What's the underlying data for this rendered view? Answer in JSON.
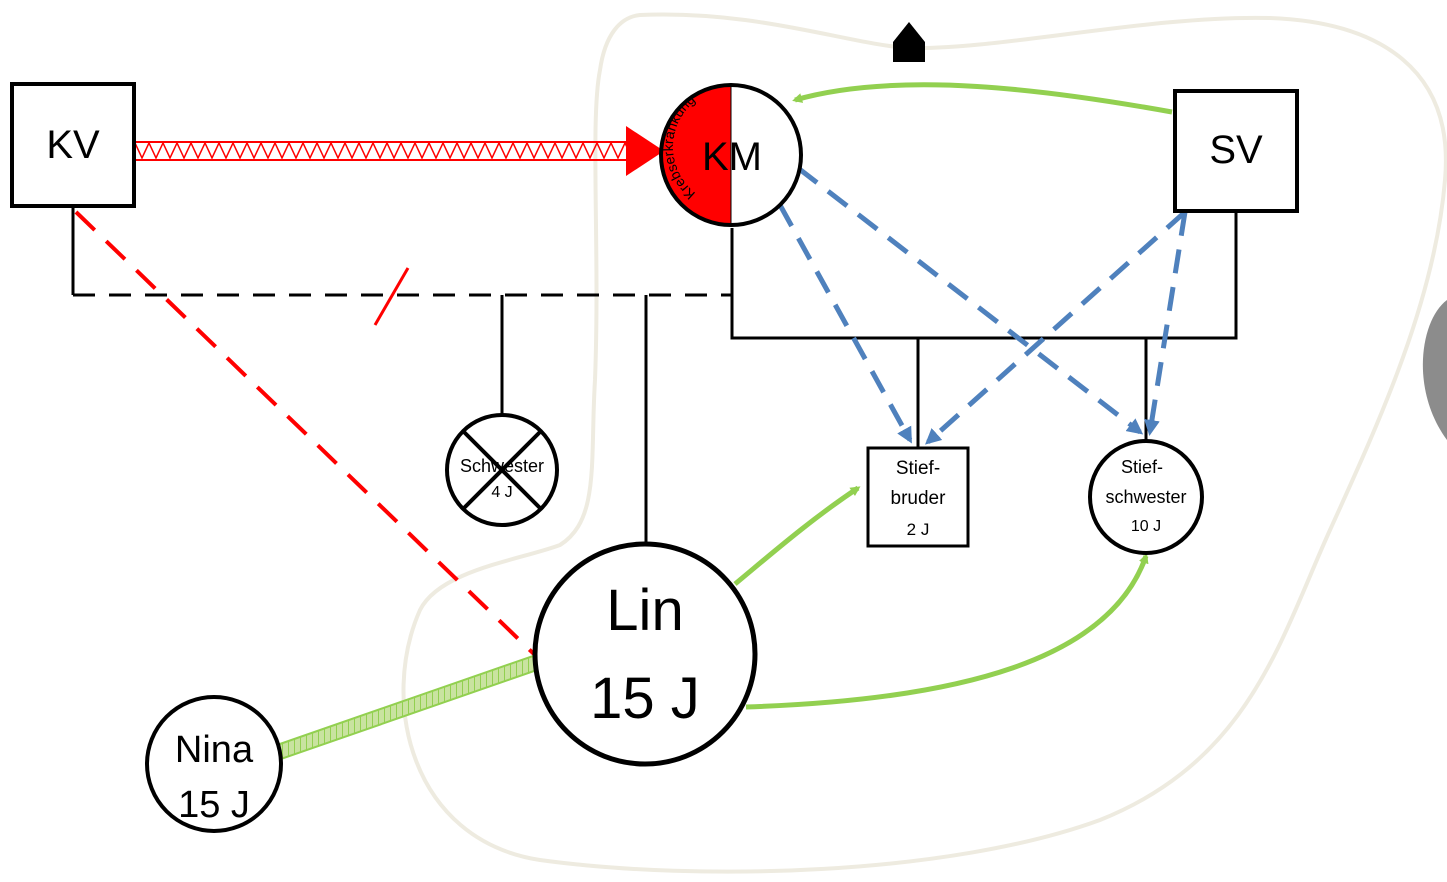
{
  "people": {
    "kv": "KV",
    "km": "KM",
    "km_condition": "Krebserkrankung",
    "sv": "SV",
    "schwester_name": "Schwester",
    "schwester_age": "4 J",
    "stiefbruder_line1": "Stief-",
    "stiefbruder_line2": "bruder",
    "stiefbruder_age": "2 J",
    "stiefschwester_line1": "Stief-",
    "stiefschwester_line2": "schwester",
    "stiefschwester_age": "10 J",
    "lin_name": "Lin",
    "lin_age": "15 J",
    "nina_name": "Nina",
    "nina_age": "15 J"
  },
  "colors": {
    "conflict_red": "#ff0000",
    "positive_green": "#92d050",
    "tension_blue": "#4f81bd",
    "household_outline": "#eeebe0",
    "line_black": "#000000"
  }
}
